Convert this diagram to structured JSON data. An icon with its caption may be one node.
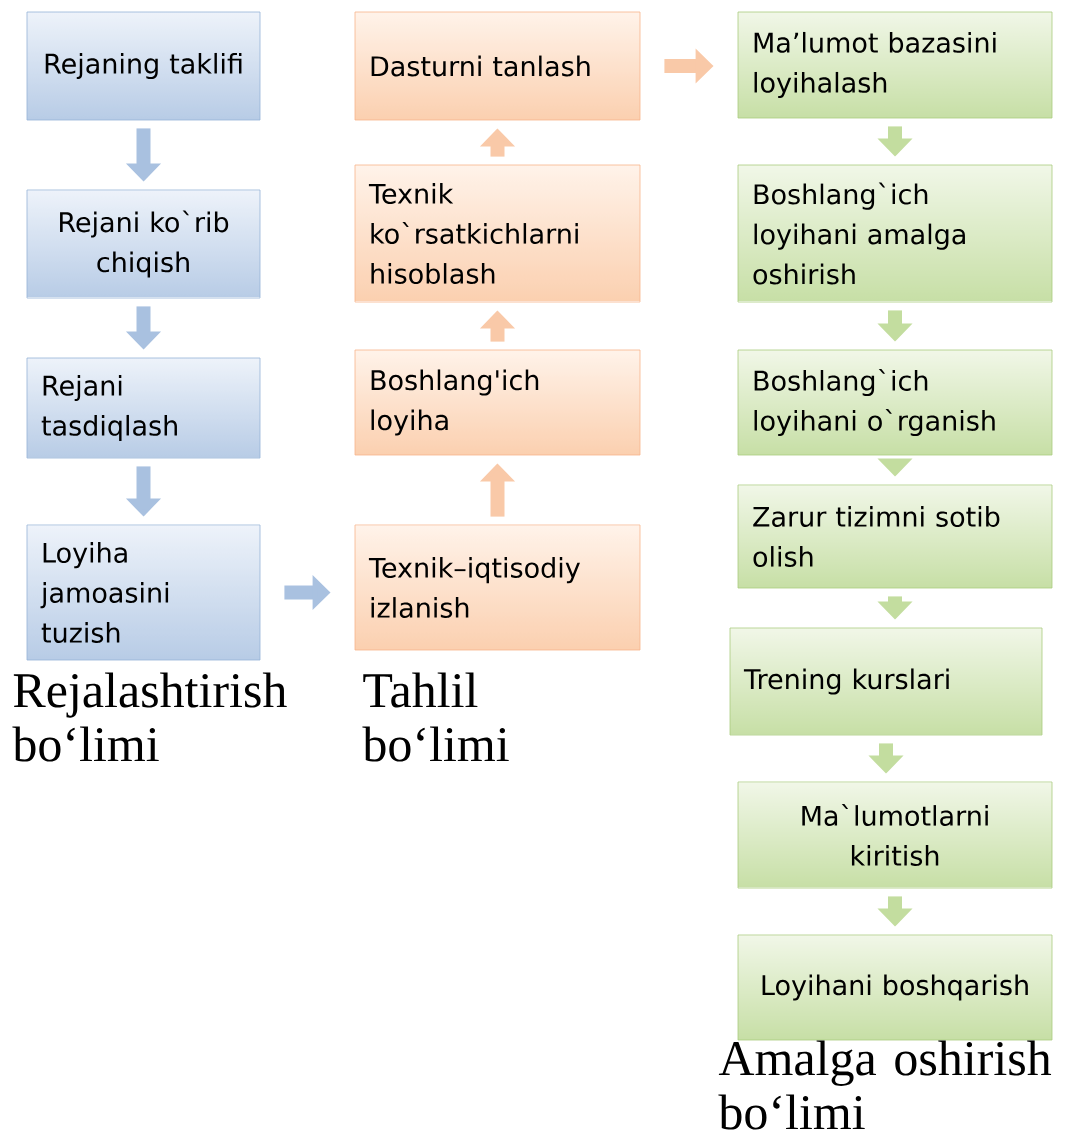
{
  "diagram": {
    "nodes": [
      {
        "text": [
          "Rejaning taklifi"
        ]
      },
      {
        "text": [
          "Rejani ko`rib chiqish"
        ]
      },
      {
        "text": [
          "Rejani tasdiqlash"
        ]
      },
      {
        "text": [
          "Loyiha jamoasini tuzish"
        ]
      },
      {
        "text": [
          "Dasturni tanlash"
        ]
      },
      {
        "text": [
          "Texnik ko`rsatkichlarni hisoblash"
        ]
      },
      {
        "text": [
          "Boshlang'ich loyiha"
        ]
      },
      {
        "text": [
          "Texnik–iqtisodiy izlanish"
        ]
      },
      {
        "text": [
          "Ma’lumot bazasini loyihalash"
        ]
      },
      {
        "text": [
          "Boshlang`ich loyihani amalga oshirish"
        ]
      },
      {
        "text": [
          "Boshlang`ich loyihani o`rganish"
        ]
      },
      {
        "text": [
          "Zarur tizimni sotib olish"
        ]
      },
      {
        "text": [
          "Trening kurslari"
        ]
      },
      {
        "text": [
          "Ma`lumotlarni kiritish"
        ]
      },
      {
        "text": [
          "Loyihani boshqarish"
        ]
      }
    ],
    "edges": [
      {
        "from": 0,
        "to": 1,
        "arrow": "to",
        "color": "#a9c1e0"
      },
      {
        "from": 1,
        "to": 2,
        "arrow": "to",
        "color": "#a9c1e0"
      },
      {
        "from": 2,
        "to": 3,
        "arrow": "to",
        "color": "#a9c1e0"
      },
      {
        "from": 3,
        "to": 7,
        "arrow": "to",
        "color": "#a9c1e0"
      },
      {
        "from": 7,
        "to": 6,
        "arrow": "to",
        "color": "#f9c9a8"
      },
      {
        "from": 6,
        "to": 5,
        "arrow": "to",
        "color": "#f9c9a8"
      },
      {
        "from": 5,
        "to": 4,
        "arrow": "to",
        "color": "#f9c9a8"
      },
      {
        "from": 4,
        "to": 8,
        "arrow": "to",
        "color": "#f9c9a8"
      },
      {
        "from": 8,
        "to": 9,
        "arrow": "to"
      },
      {
        "from": 9,
        "to": 10,
        "arrow": "to"
      },
      {
        "from": 10,
        "to": 11,
        "arrow": "to"
      },
      {
        "from": 11,
        "to": 12,
        "arrow": "to"
      },
      {
        "from": 12,
        "to": 13,
        "arrow": "to"
      },
      {
        "from": 13,
        "to": 14,
        "arrow": "to"
      }
    ],
    "labels": [
      "Rejalashtirish bo‘limi",
      "Tahlil bo‘limi",
      "Amalga oshirish bo‘limi"
    ]
  }
}
